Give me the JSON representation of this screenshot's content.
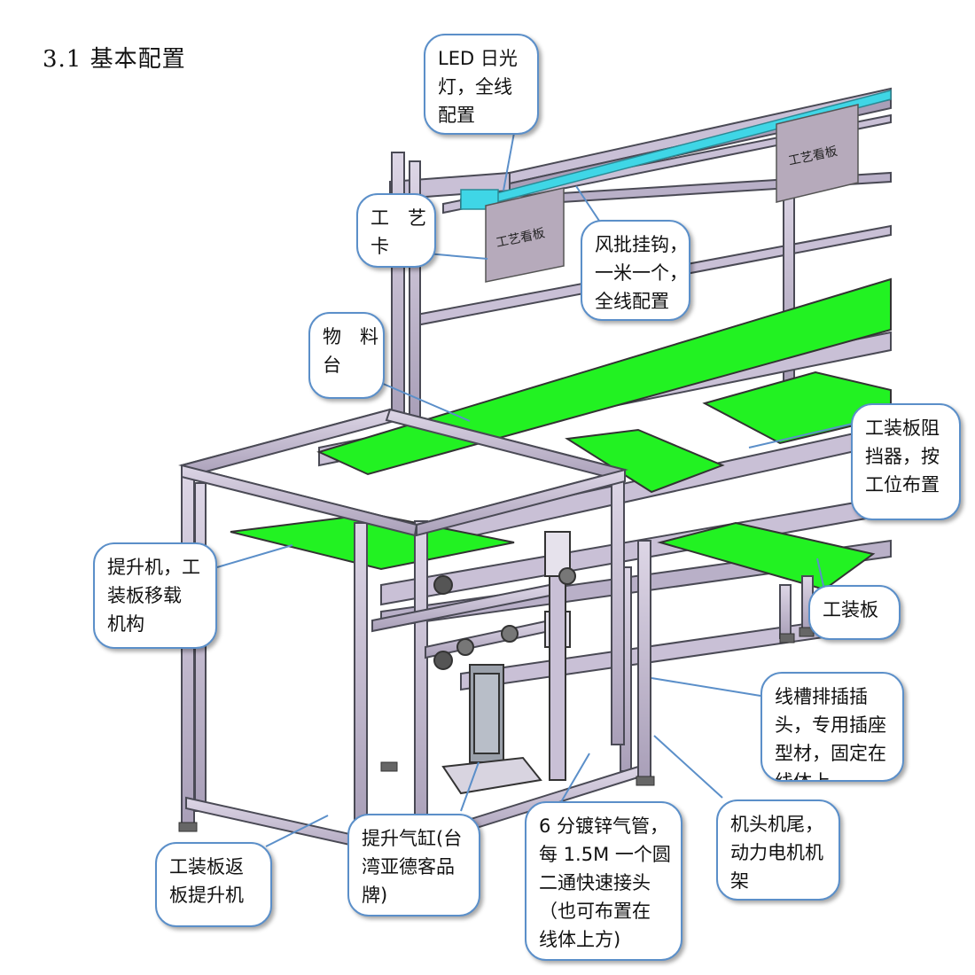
{
  "section_title": "3.1  基本配置",
  "machine": {
    "sign_board_1": "工艺看板",
    "sign_board_2": "工艺看板"
  },
  "callouts": {
    "led_light": [
      "LED 日光",
      "灯，全线",
      "配置"
    ],
    "process_card": [
      "工　艺",
      "卡"
    ],
    "screwdriver_hook": [
      "风批挂钩，",
      "一米一个，",
      "全线配置"
    ],
    "material_table": [
      "物　料",
      "台"
    ],
    "pallet_stopper": [
      "工装板阻",
      "挡器，按",
      "工位布置"
    ],
    "lifter_transfer": [
      "提升机，工",
      "装板移载",
      "机构"
    ],
    "pallet": [
      "工装板"
    ],
    "wire_trough": [
      "线槽排插插",
      "头，专用插座",
      "型材，固定在",
      "线体上"
    ],
    "head_tail": [
      "机头机尾，",
      "动力电机机",
      "架"
    ],
    "pallet_return_lifter": [
      "工装板返",
      "板提升机"
    ],
    "lift_cylinder": [
      "提升气缸(台",
      "湾亚德客品",
      "牌)"
    ],
    "air_pipe": [
      "6 分镀锌气管，",
      "每 1.5M 一个圆",
      "二通快速接头",
      "（也可布置在",
      "线体上方)"
    ]
  },
  "colors": {
    "frame": "#c9c0d6",
    "frame_edge": "#4a4a55",
    "green_plate": "#22f222",
    "cyan_light": "#3fd6e6",
    "sign_board": "#b6aabb",
    "callout_border": "#5b8fc9",
    "leader_line": "#5b8fc9"
  }
}
